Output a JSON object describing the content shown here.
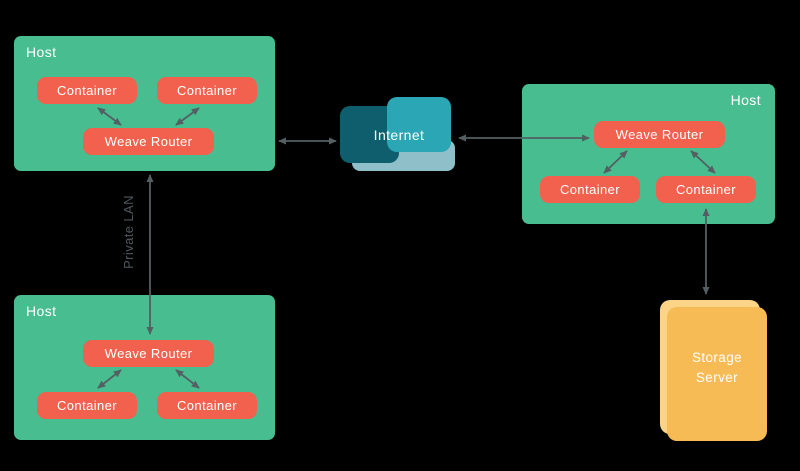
{
  "diagram": {
    "hosts": {
      "top_left": {
        "label": "Host",
        "router": "Weave Router",
        "containers": [
          "Container",
          "Container"
        ]
      },
      "bottom_left": {
        "label": "Host",
        "router": "Weave Router",
        "containers": [
          "Container",
          "Container"
        ]
      },
      "right": {
        "label": "Host",
        "router": "Weave Router",
        "containers": [
          "Container",
          "Container"
        ]
      }
    },
    "internet": {
      "label": "Internet"
    },
    "storage_server": {
      "label": "Storage\nServer"
    },
    "links": {
      "private_lan": "Private LAN"
    }
  },
  "colors": {
    "background": "#000000",
    "host_green": "#47BD90",
    "node_red": "#F2614E",
    "internet_dark_teal": "#0E5E6D",
    "internet_teal": "#2AA6B5",
    "internet_light_teal": "#8FC0CA",
    "storage_yellow": "#F6BB54",
    "storage_yellow_light": "#FBD488",
    "arrow_gray": "#545F63",
    "text_white": "#FFFFFF",
    "lan_label_gray": "#4F595D"
  }
}
